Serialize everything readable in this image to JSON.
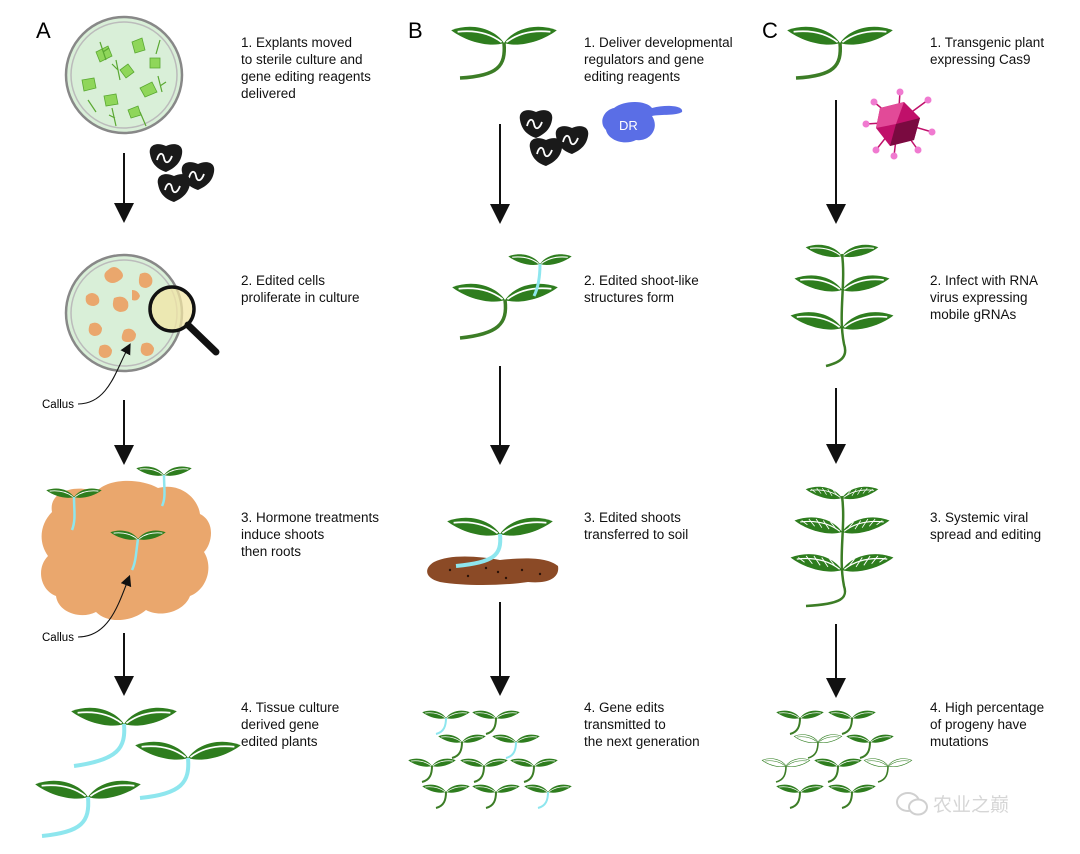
{
  "panels": {
    "A": {
      "letter": "A",
      "steps": [
        "1. Explants moved\nto sterile culture and\ngene editing reagents\ndelivered",
        "2. Edited cells\nproliferate in culture",
        "3. Hormone treatments\ninduce shoots\nthen roots",
        "4. Tissue culture\nderived gene\nedited plants"
      ],
      "callouts": [
        "Callus",
        "Callus"
      ]
    },
    "B": {
      "letter": "B",
      "steps": [
        "1. Deliver developmental\nregulators and gene\nediting reagents",
        "2. Edited shoot-like\nstructures form",
        "3. Edited shoots\ntransferred to soil",
        "4. Gene edits\ntransmitted to\nthe next generation"
      ],
      "dr_label": "DR"
    },
    "C": {
      "letter": "C",
      "steps": [
        "1. Transgenic plant\nexpressing Cas9",
        "2. Infect with RNA\nvirus expressing\nmobile gRNAs",
        "3. Systemic viral\nspread and editing",
        "4. High percentage\nof progeny have\nmutations"
      ]
    }
  },
  "watermark": "农业之巅",
  "colors": {
    "leaf": "#2e7d1e",
    "leaf_edge": "#1f5a12",
    "stem_green": "#3c7d26",
    "root": "#8ee6ee",
    "callus": "#eaa76d",
    "petri_fill": "#d9efd8",
    "soil": "#8b4a26",
    "dr": "#5a6ee6",
    "virus": "#c0106a",
    "virus_spike": "#f07ad0"
  },
  "icons": [
    "petri-dish-icon",
    "plasmid-icon",
    "magnifier-icon",
    "virus-icon",
    "seedling-icon"
  ]
}
